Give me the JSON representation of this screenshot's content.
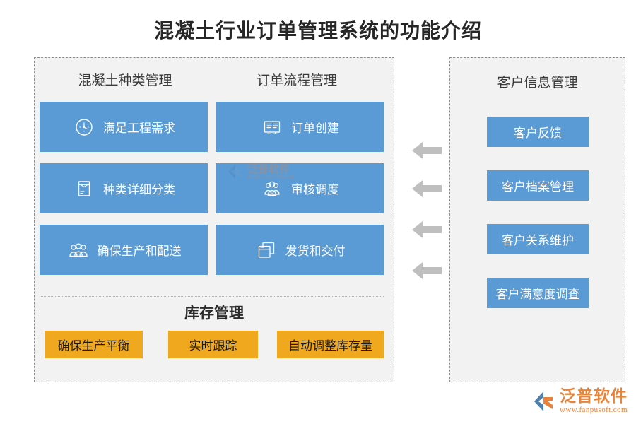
{
  "title": "混凝土行业订单管理系统的功能介绍",
  "colors": {
    "blue": "#5b9bd5",
    "orange": "#f0a81e",
    "panel_bg": "#f2f2f2",
    "panel_border": "#8c8c8c",
    "arrow": "#bfbfbf",
    "title_text": "#262626",
    "brand_orange": "#e8833a"
  },
  "left_panel": {
    "columns": [
      {
        "heading": "混凝土种类管理",
        "cards": [
          {
            "icon": "clock-icon",
            "label": "满足工程需求"
          },
          {
            "icon": "document-icon",
            "label": "种类详细分类"
          },
          {
            "icon": "people-icon",
            "label": "确保生产和配送"
          }
        ]
      },
      {
        "heading": "订单流程管理",
        "cards": [
          {
            "icon": "form-icon",
            "label": "订单创建"
          },
          {
            "icon": "person-icon",
            "label": "审核调度"
          },
          {
            "icon": "windows-icon",
            "label": "发货和交付"
          }
        ]
      }
    ],
    "inventory": {
      "heading": "库存管理",
      "items": [
        {
          "label": "确保生产平衡"
        },
        {
          "label": "实时跟踪"
        },
        {
          "label": "自动调整库存量"
        }
      ]
    }
  },
  "right_panel": {
    "heading": "客户信息管理",
    "items": [
      {
        "label": "客户反馈"
      },
      {
        "label": "客户档案管理"
      },
      {
        "label": "客户关系维护"
      },
      {
        "label": "客户满意度调查"
      }
    ]
  },
  "arrows": {
    "count": 4,
    "direction": "left",
    "icon": "arrow-left-icon"
  },
  "watermark": {
    "cn": "泛普软件",
    "en": "FANPU SOFTWARE"
  },
  "logo": {
    "cn": "泛普软件",
    "url": "www.fanpusoft.com"
  }
}
